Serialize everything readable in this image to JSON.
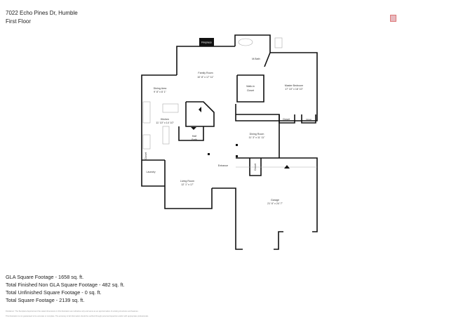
{
  "header": {
    "address": "7022 Echo Pines Dr, Humble",
    "floor": "First Floor"
  },
  "rooms": {
    "fireplace": "Fireplace",
    "family_room": {
      "name": "Family Room",
      "dim": "10' 8\" x 17' 11\""
    },
    "dining_area": {
      "name": "Dining Area",
      "dim": "9' 8\" x 8' 1\""
    },
    "kitchen": {
      "name": "Kitchen",
      "dim": "11' 10\" x 14' 10\""
    },
    "m_bath": {
      "name": "M.Bath"
    },
    "walk_in_closet": {
      "name": "Walk-in",
      "name2": "Closet"
    },
    "master_bedroom": {
      "name": "Master Bedroom",
      "dim": "17' 10\" x 18' 10\""
    },
    "half_bath": {
      "name": "Half",
      "name2": "Bath"
    },
    "dining_room": {
      "name": "Dining Room",
      "dim": "11' 3\" x 11' 11\""
    },
    "entrance": {
      "name": "Entrance"
    },
    "closet": "Closet",
    "laundry": {
      "name": "Laundry"
    },
    "living_room": {
      "name": "Living Room",
      "dim": "12' 1\" x 17'"
    },
    "garage": {
      "name": "Garage",
      "dim": "21' 6\" x 24' 7\""
    }
  },
  "stats": [
    "GLA Square Footage - 1658 sq. ft.",
    "Total Finished Non GLA Square Footage - 482 sq. ft.",
    "Total Unfinished Square Footage - 0 sq. ft.",
    "Total Square Footage - 2139 sq. ft."
  ],
  "disclaimer": [
    "Disclaimer: The floorplans depicted and the stated dimensions in this illustration are indicative only and serve as an approximation of existing structures and features.",
    "This illustration is not guaranteed to be accurate or complete. The accuracy of all information should be verified through personal inspection and/or with appropriate professionals."
  ]
}
